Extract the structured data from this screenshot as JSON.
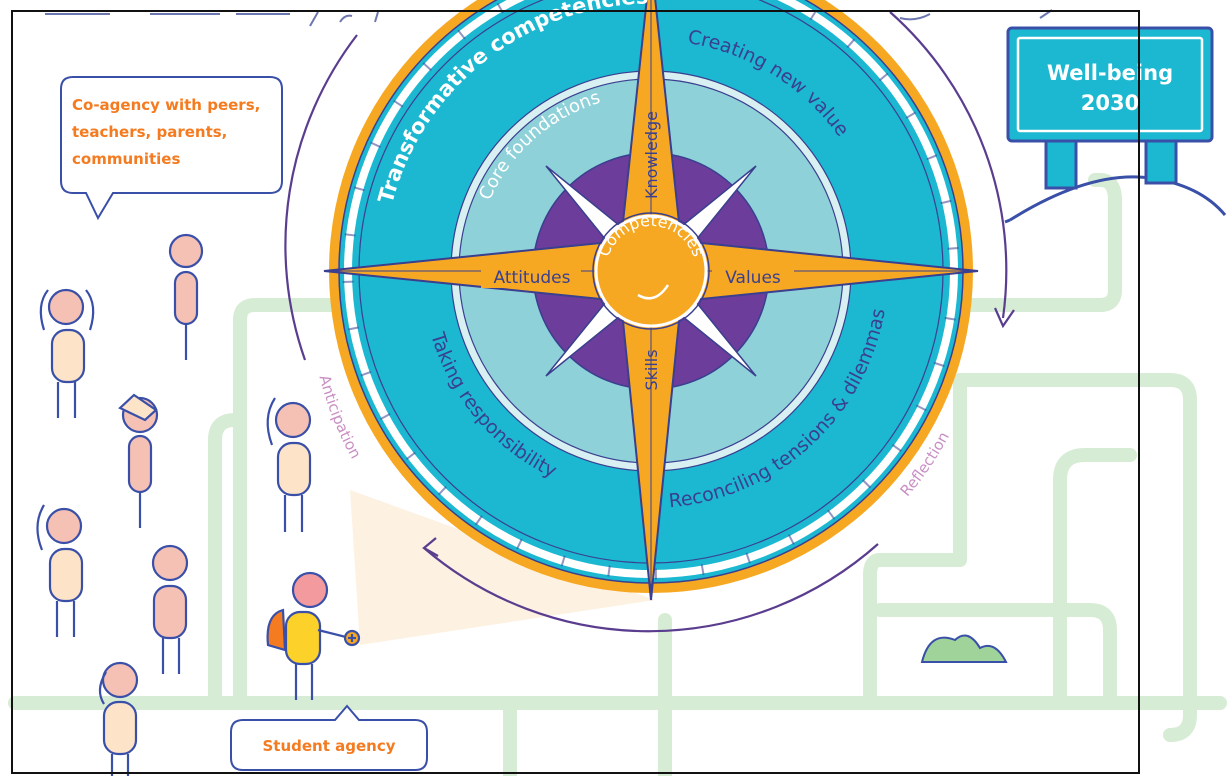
{
  "speech_bubble": {
    "line1": "Co-agency with peers,",
    "line2": "teachers, parents,",
    "line3": "communities"
  },
  "goal_sign": {
    "line1": "Well-being",
    "line2": "2030"
  },
  "compass": {
    "outer_ring_label": "Transformative competencies",
    "middle_ring_label": "Core foundations",
    "center_label": "Competencies",
    "needle_north": "Knowledge",
    "needle_west": "Attitudes",
    "needle_east": "Values",
    "needle_south": "Skills",
    "quadrant_top_right": "Creating new value",
    "quadrant_bottom_left": "Taking responsibility",
    "quadrant_bottom_right": "Reconciling tensions & dilemmas"
  },
  "cycle": {
    "left_label": "Anticipation",
    "right_label": "Reflection"
  },
  "student_label": "Student agency",
  "colors": {
    "teal": "#1cb8d1",
    "light_teal": "#8ed1d9",
    "purple": "#6c3d9a",
    "orange": "#f7a823",
    "navy": "#3a3f8f",
    "path_green": "#d7ecd5",
    "skin": "#f5c1b5",
    "text_orange": "#f47b20",
    "text_pink": "#c98fc4"
  }
}
